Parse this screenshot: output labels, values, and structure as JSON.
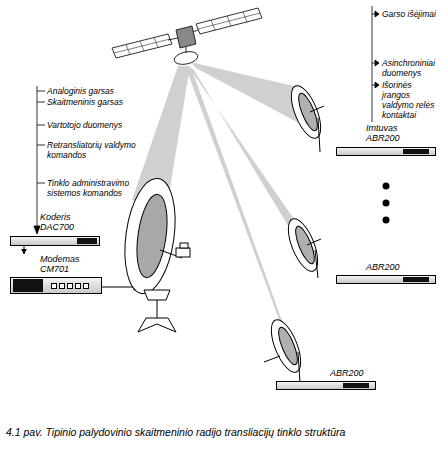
{
  "diagram": {
    "caption": "4.1 pav. Tipinio palydovinio skaitmeninio radijo transliacijų tinklo struktūra",
    "nodes": [
      {
        "text": [
          "Koderis DAC700"
        ]
      },
      {
        "text": [
          "Modemas CM701"
        ]
      },
      {
        "text": [
          "Imtuvas ABR200"
        ]
      },
      {
        "text": [
          "ABR200"
        ]
      },
      {
        "text": [
          "ABR200"
        ]
      }
    ],
    "edges": [
      {
        "from": 0,
        "to": 1,
        "arrow": "to"
      }
    ],
    "labels": [
      "Analoginis garsas",
      "Skaitmeninis garsas",
      "Vartotojo duomenys",
      "Retransliatorių valdymo komandos",
      "Tinklo administravimo sistemos komandos",
      "Garso išėjimai",
      "Asinchroniniai duomenys",
      "Išorinės įrangos valdymo relės kontaktai"
    ]
  }
}
